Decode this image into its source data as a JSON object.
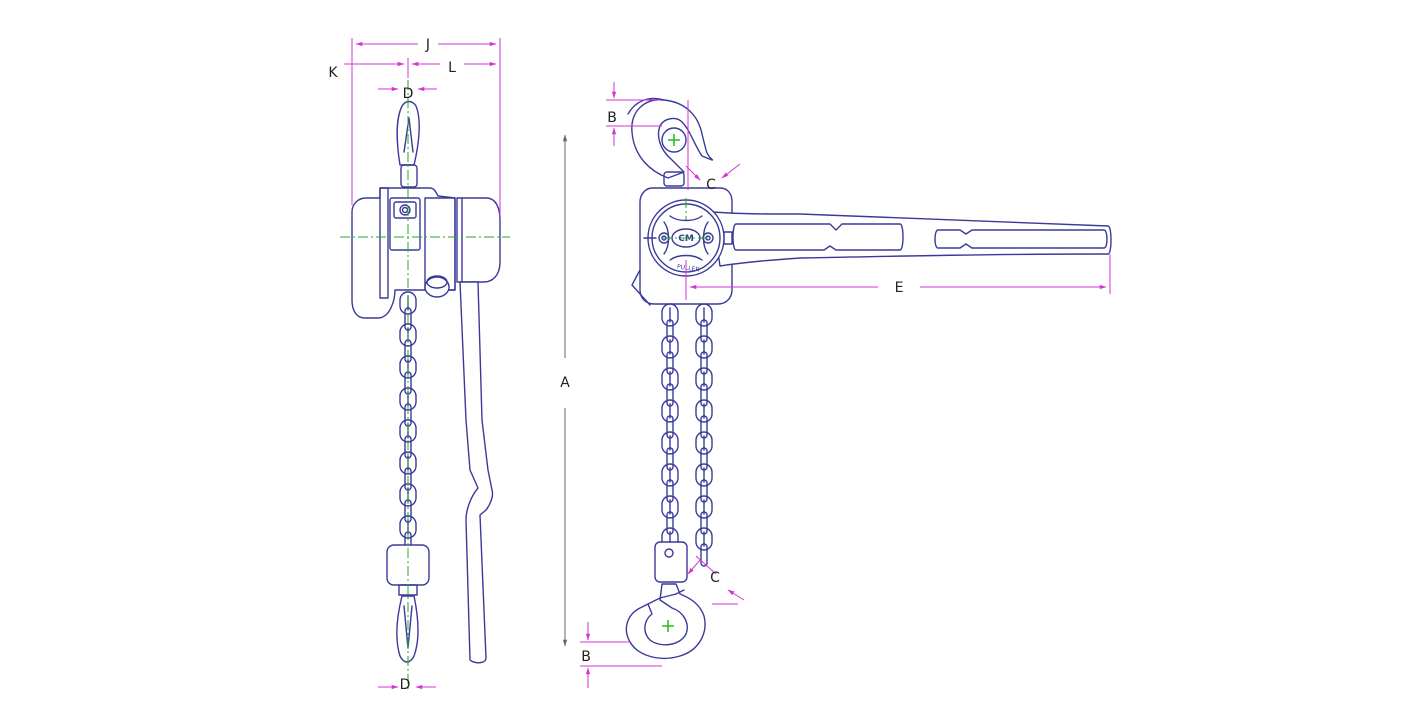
{
  "dimension_labels": {
    "J": "J",
    "K": "K",
    "L": "L",
    "D_top": "D",
    "D_bottom": "D",
    "A": "A",
    "B_top": "B",
    "B_bottom": "B",
    "C_top": "C",
    "C_bottom": "C",
    "E": "E"
  },
  "logo_text": "CM",
  "brand_text": "PULLER",
  "colors": {
    "part_outline": "#3a3a9a",
    "dimension_lines": "#d633d6",
    "center_lines": "#22aa22"
  }
}
